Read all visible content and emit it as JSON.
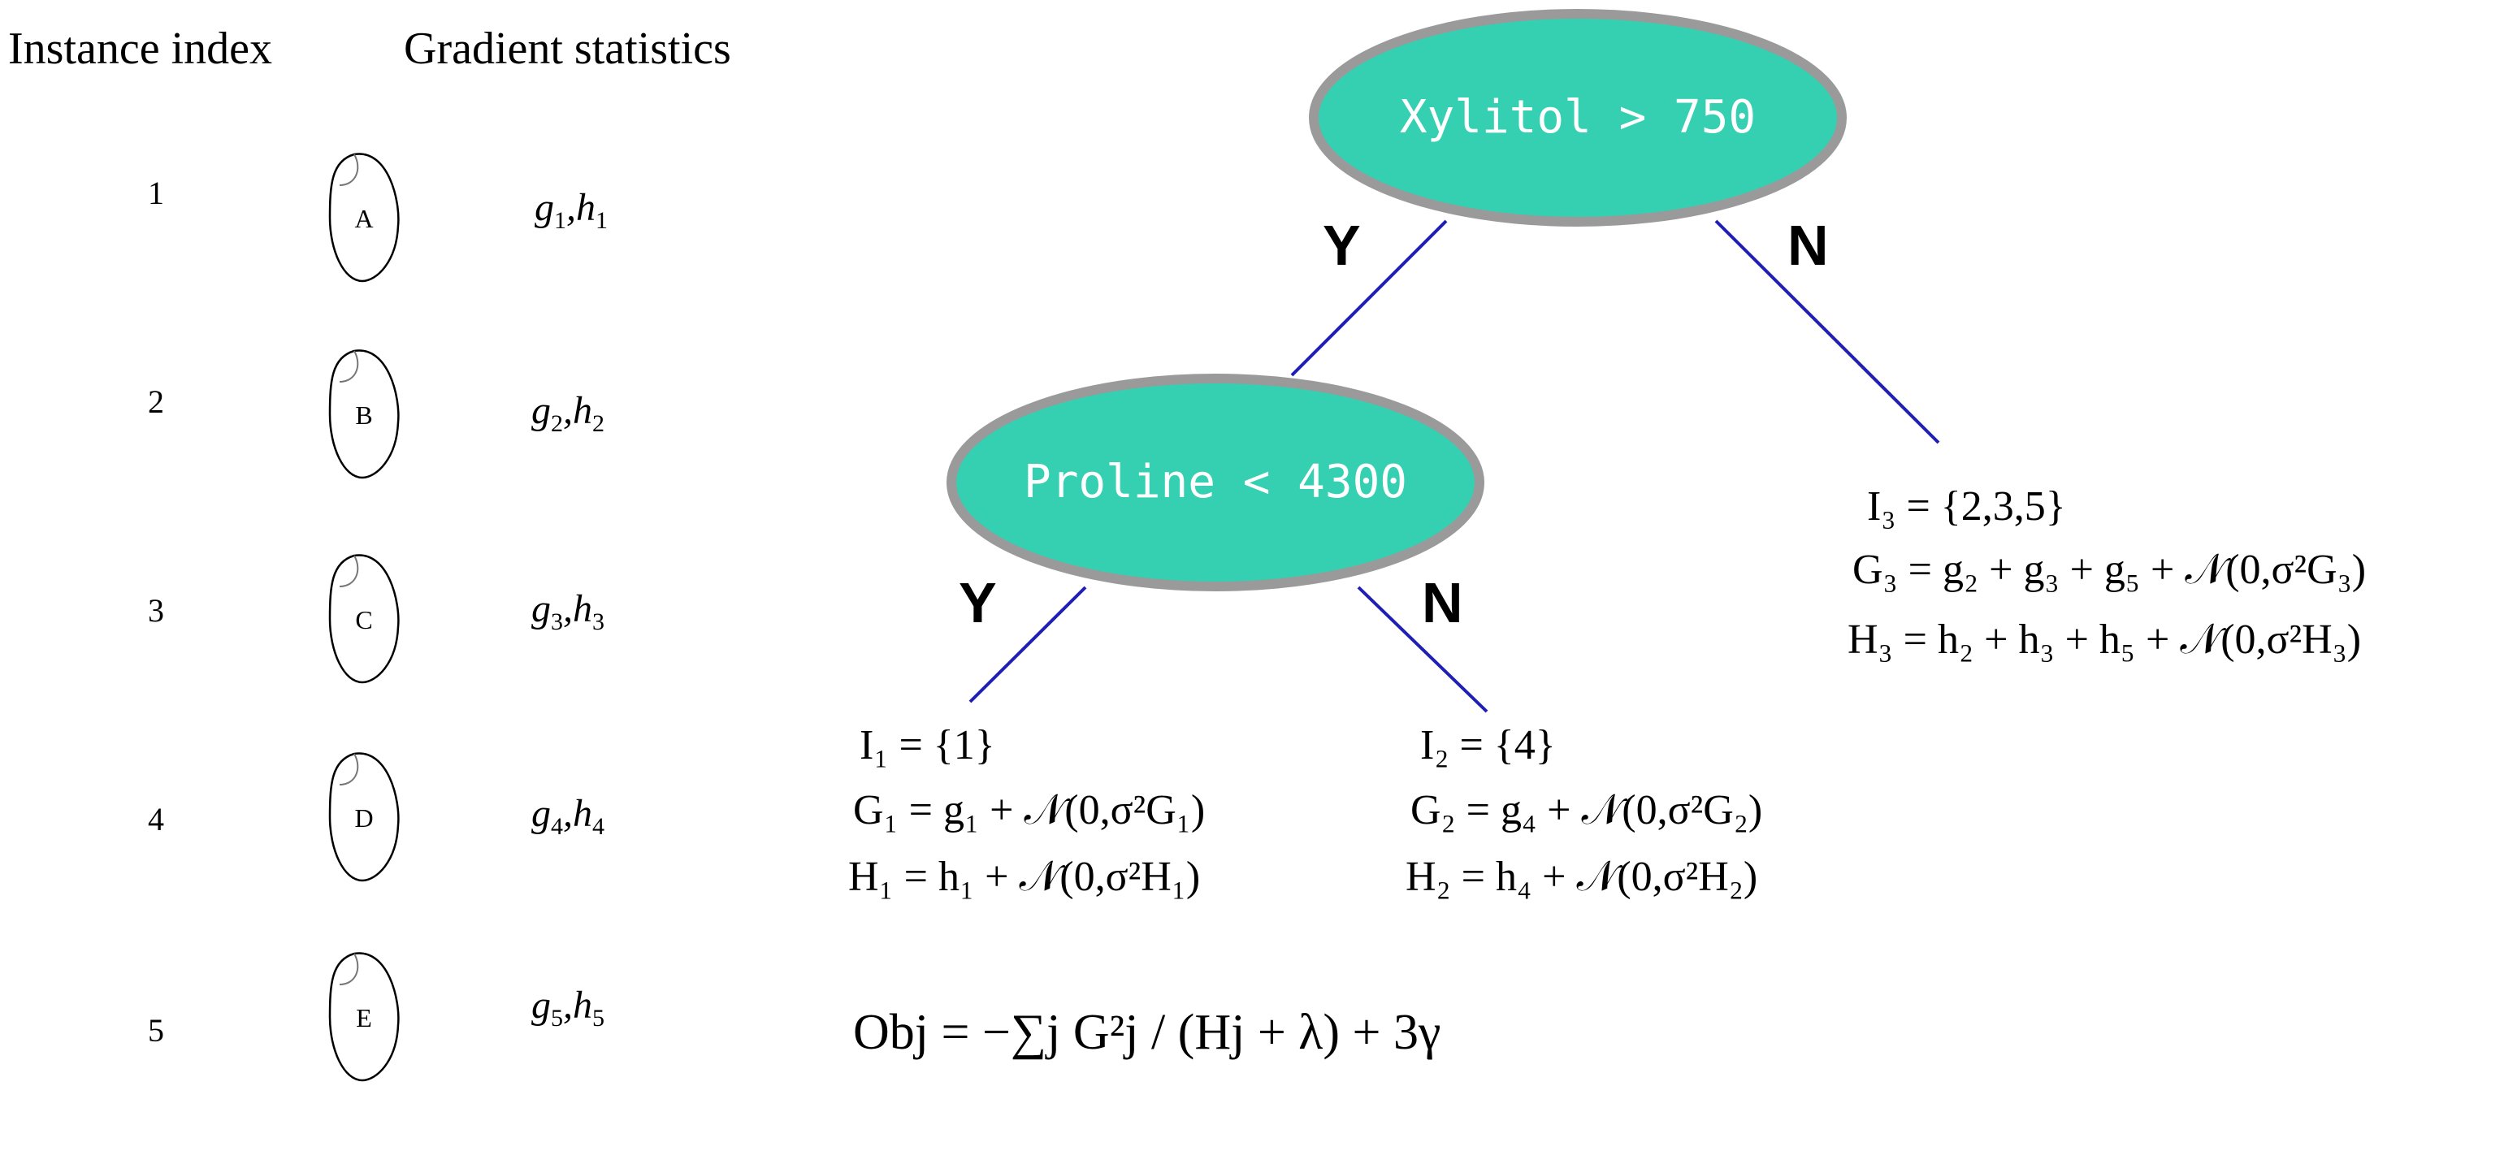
{
  "headers": {
    "instance_index": "Instance index",
    "gradient_statistics": "Gradient statistics"
  },
  "instances": [
    {
      "index": "1",
      "letter": "A",
      "g": "g",
      "g_sub": "1",
      "h": "h",
      "h_sub": "1"
    },
    {
      "index": "2",
      "letter": "B",
      "g": "g",
      "g_sub": "2",
      "h": "h",
      "h_sub": "2"
    },
    {
      "index": "3",
      "letter": "C",
      "g": "g",
      "g_sub": "3",
      "h": "h",
      "h_sub": "3"
    },
    {
      "index": "4",
      "letter": "D",
      "g": "g",
      "g_sub": "4",
      "h": "h",
      "h_sub": "4"
    },
    {
      "index": "5",
      "letter": "E",
      "g": "g",
      "g_sub": "5",
      "h": "h",
      "h_sub": "5"
    }
  ],
  "tree": {
    "root": {
      "label": "Xylitol > 750"
    },
    "child": {
      "label": "Proline < 4300"
    },
    "branch_yes": "Y",
    "branch_no": "N"
  },
  "leaves": {
    "leaf1": {
      "set": "I₁ = {1}",
      "G": "G₁ = g₁ + 𝒩(0,σ²G₁)",
      "H": "H₁ = h₁ + 𝒩(0,σ²H₁)"
    },
    "leaf2": {
      "set": "I₂ = {4}",
      "G": "G₂ = g₄ + 𝒩(0,σ²G₂)",
      "H": "H₂ = h₄ + 𝒩(0,σ²H₂)"
    },
    "leaf3": {
      "set": "I₃ = {2,3,5}",
      "G": "G₃ = g₂ + g₃ + g₅ + 𝒩(0,σ²G₃)",
      "H": "H₃ = h₂ + h₃ + h₅ + 𝒩(0,σ²H₃)"
    }
  },
  "objective": "Obj = −∑j G²j / (Hj + λ) + 3γ",
  "colors": {
    "node_fill": "#35d0b2",
    "node_stroke": "#9a9a9a",
    "edge": "#1f1fb5"
  }
}
